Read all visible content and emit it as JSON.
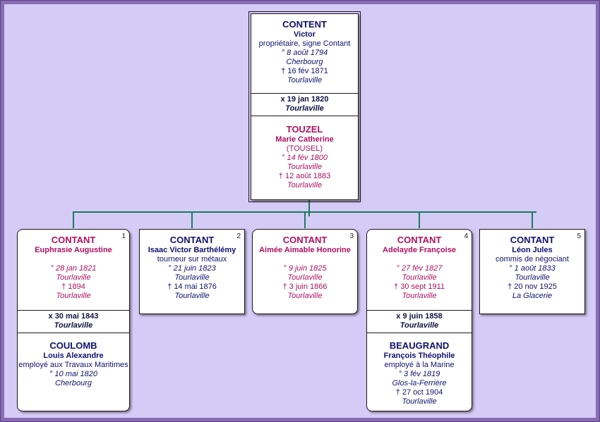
{
  "parent": {
    "husband": {
      "surname": "CONTENT",
      "given": "Victor",
      "occupation": "propriétaire, signe Contant",
      "birth_date": "° 8 août 1794",
      "birth_place": "Cherbourg",
      "death_date": "† 16 fév 1871",
      "death_place": "Tourlaville"
    },
    "marriage_date": "x 19 jan 1820",
    "marriage_place": "Tourlaville",
    "wife": {
      "surname": "TOUZEL",
      "given": "Marie Catherine",
      "alias": "(TOUSEL)",
      "birth_date": "° 14 fév 1800",
      "birth_place": "Tourlaville",
      "death_date": "† 12 août 1883",
      "death_place": "Tourlaville"
    }
  },
  "children": [
    {
      "number": "1",
      "surname": "CONTANT",
      "given": "Euphrasie Augustine",
      "birth_date": "° 28 jan 1821",
      "birth_place": "Tourlaville",
      "death_date": "† 1894",
      "death_place": "Tourlaville",
      "marriage_date": "x 30 mai 1843",
      "marriage_place": "Tourlaville",
      "spouse": {
        "surname": "COULOMB",
        "given": "Louis Alexandre",
        "occupation": "employé aux Travaux Maritimes",
        "birth_date": "° 10 mai 1820",
        "birth_place": "Cherbourg"
      }
    },
    {
      "number": "2",
      "surname": "CONTANT",
      "given": "Isaac Victor Barthélémy",
      "occupation": "tourneur sur métaux",
      "birth_date": "° 21 juin 1823",
      "birth_place": "Tourlaville",
      "death_date": "† 14 mai 1876",
      "death_place": "Tourlaville"
    },
    {
      "number": "3",
      "surname": "CONTANT",
      "given": "Aimée Aimable Honorine",
      "birth_date": "° 9 juin 1825",
      "birth_place": "Tourlaville",
      "death_date": "† 3 juin 1866",
      "death_place": "Tourlaville"
    },
    {
      "number": "4",
      "surname": "CONTANT",
      "given": "Adelayde Françoise",
      "birth_date": "° 27 fév 1827",
      "birth_place": "Tourlaville",
      "death_date": "† 30 sept 1911",
      "death_place": "Tourlaville",
      "marriage_date": "x 9 juin 1858",
      "marriage_place": "Tourlaville",
      "spouse": {
        "surname": "BEAUGRAND",
        "given": "François Théophile",
        "occupation": "employé à la Marine",
        "birth_date": "° 3 fév 1819",
        "birth_place": "Glos-la-Ferrière",
        "death_date": "† 27 oct 1904",
        "death_place": "Tourlaville"
      }
    },
    {
      "number": "5",
      "surname": "CONTANT",
      "given": "Léon Jules",
      "occupation": "commis de négociant",
      "birth_date": "° 1 août 1833",
      "birth_place": "Tourlaville",
      "death_date": "† 20 nov 1925",
      "death_place": "La Glacerie"
    }
  ],
  "colors": {
    "background": "#d5cbf7",
    "frame": "#8a6cb4",
    "connector": "#1a7a5e",
    "male_text": "#101070",
    "female_text": "#b01060"
  }
}
